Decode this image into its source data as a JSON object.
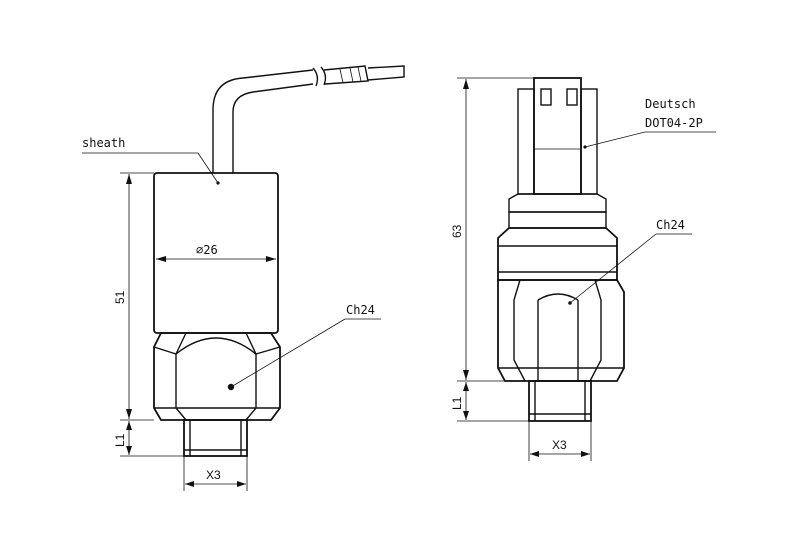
{
  "left_view": {
    "sheath_label": "sheath",
    "diameter_label": "∅26",
    "height_label": "51",
    "l1_label": "L1",
    "x3_label": "X3",
    "hex_label": "Ch24"
  },
  "right_view": {
    "connector_label_line1": "Deutsch",
    "connector_label_line2": "DOT04-2P",
    "hex_label": "Ch24",
    "height_label": "63",
    "l1_label": "L1",
    "x3_label": "X3"
  }
}
